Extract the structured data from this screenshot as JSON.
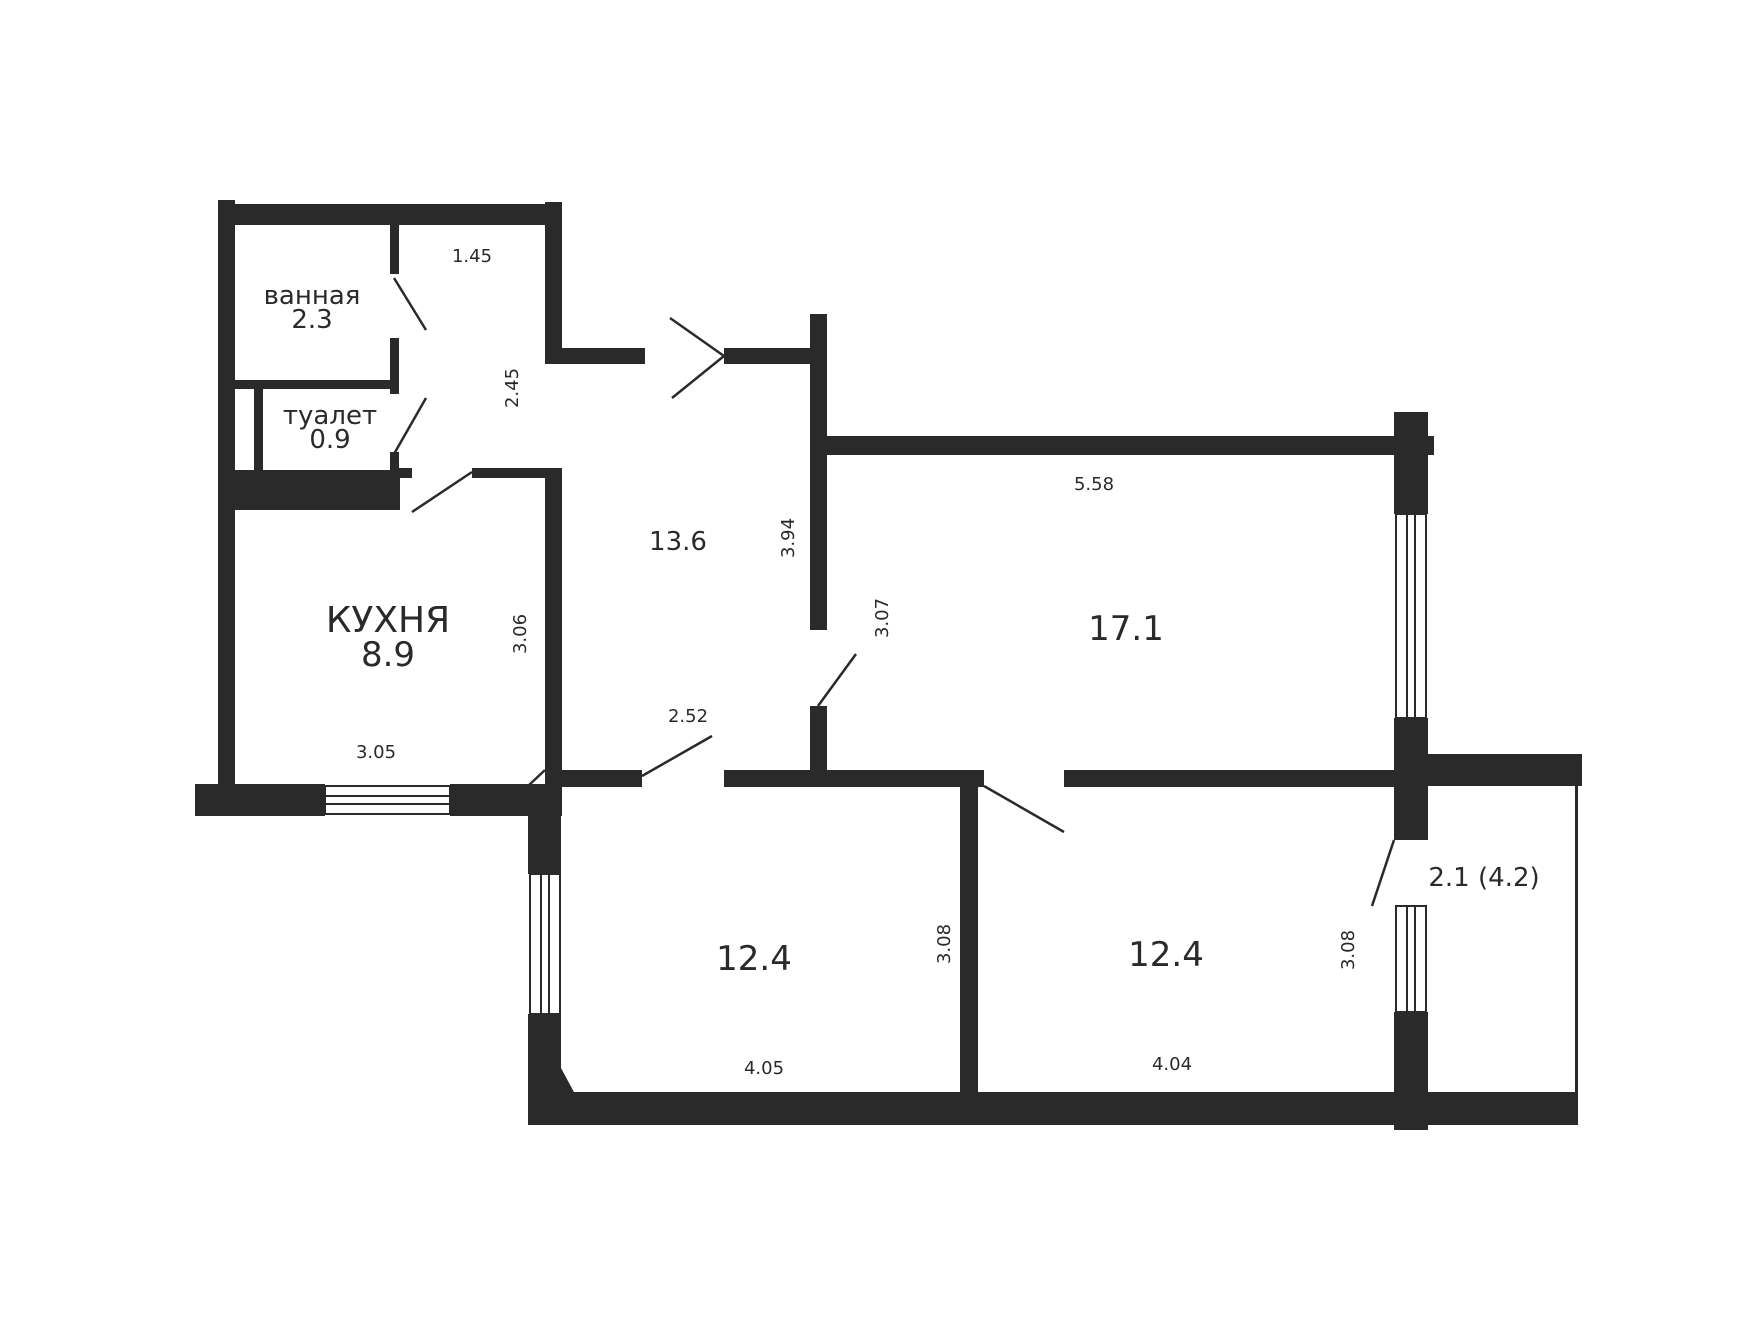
{
  "rooms": {
    "bathroom": {
      "name": "ванная",
      "area": "2.3"
    },
    "toilet": {
      "name": "туалет",
      "area": "0.9"
    },
    "kitchen": {
      "name": "КУХНЯ",
      "area": "8.9"
    },
    "hall": {
      "area": "13.6"
    },
    "living_room": {
      "area": "17.1"
    },
    "bedroom_left": {
      "area": "12.4"
    },
    "bedroom_right": {
      "area": "12.4"
    },
    "balcony": {
      "area": "2.1 (4.2)"
    }
  },
  "dimensions": {
    "corridor_width": "1.45",
    "corridor_length": "2.45",
    "hall_wall": "3.94",
    "living_width": "5.58",
    "living_depth": "3.07",
    "kitchen_depth": "3.06",
    "kitchen_width": "3.05",
    "hall_width": "2.52",
    "bedroom_left_depth": "3.08",
    "bedroom_left_width": "4.05",
    "bedroom_right_depth": "3.08",
    "bedroom_right_width": "4.04"
  }
}
